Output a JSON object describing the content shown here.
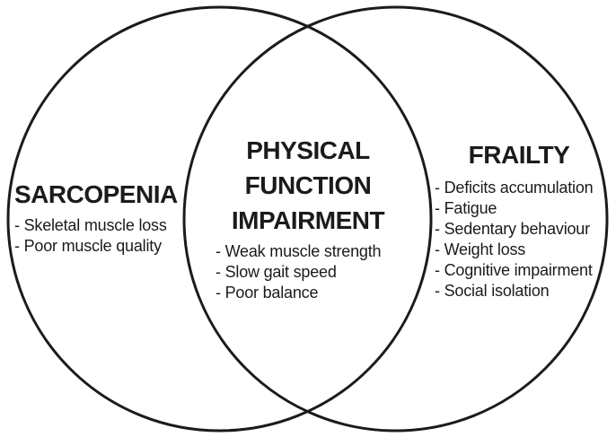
{
  "venn": {
    "left": {
      "title": "SARCOPENIA",
      "items": [
        "- Skeletal muscle loss",
        "- Poor muscle quality"
      ]
    },
    "center": {
      "title_lines": [
        "PHYSICAL",
        "FUNCTION",
        "IMPAIRMENT"
      ],
      "items": [
        "- Weak muscle strength",
        "- Slow gait speed",
        "- Poor balance"
      ]
    },
    "right": {
      "title": "FRAILTY",
      "items": [
        "- Deficits accumulation",
        "- Fatigue",
        "- Sedentary behaviour",
        "- Weight loss",
        "- Cognitive impairment",
        "- Social isolation"
      ]
    },
    "colors": {
      "stroke": "#1b1b1b",
      "background": "#ffffff",
      "text": "#1b1b1b"
    }
  }
}
